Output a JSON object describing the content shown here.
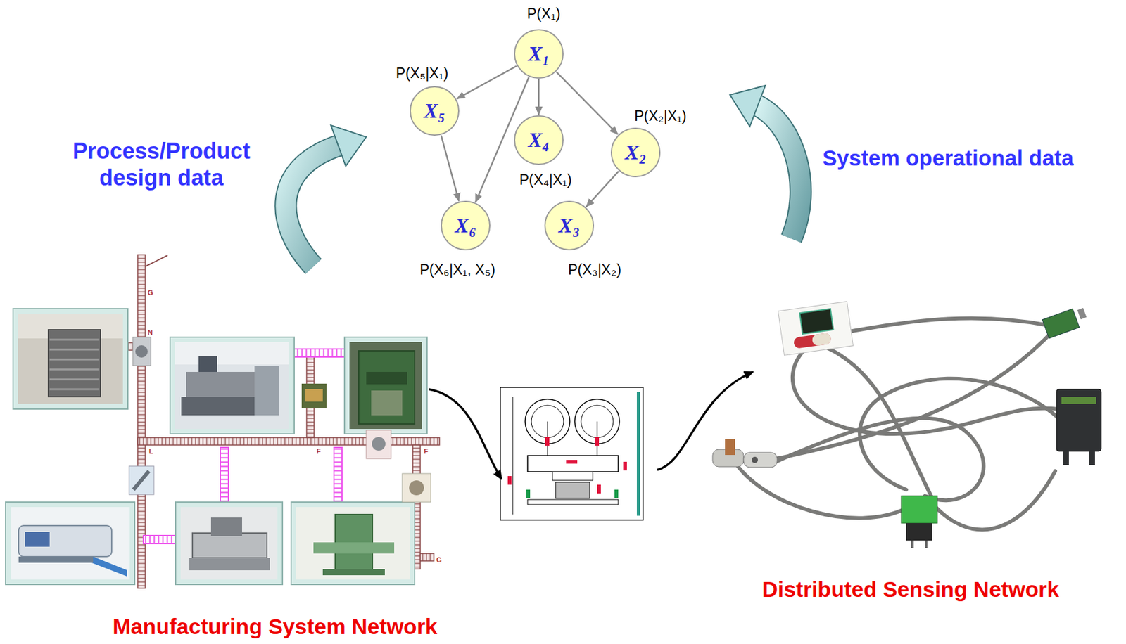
{
  "diagram": {
    "nodes": [
      {
        "text": [
          "X₁",
          "P(X₁)"
        ]
      },
      {
        "text": [
          "X₅",
          "P(X₅|X₁)"
        ]
      },
      {
        "text": [
          "X₄",
          "P(X₄|X₁)"
        ]
      },
      {
        "text": [
          "X₂",
          "P(X₂|X₁)"
        ]
      },
      {
        "text": [
          "X₆",
          "P(X₆|X₁, X₅)"
        ]
      },
      {
        "text": [
          "X₃",
          "P(X₃|X₂)"
        ]
      }
    ],
    "edges": [
      {
        "from": 0,
        "to": 1,
        "arrow": "to"
      },
      {
        "from": 0,
        "to": 4,
        "arrow": "to"
      },
      {
        "from": 0,
        "to": 2,
        "arrow": "to"
      },
      {
        "from": 0,
        "to": 3,
        "arrow": "to"
      },
      {
        "from": 1,
        "to": 4,
        "arrow": "to"
      },
      {
        "from": 3,
        "to": 5,
        "arrow": "to"
      }
    ],
    "labels": [
      "Process/Product design data",
      "System operational data",
      "Manufacturing System Network",
      "Distributed Sensing Network",
      "G",
      "N",
      "L",
      "F",
      "F",
      "G"
    ]
  }
}
